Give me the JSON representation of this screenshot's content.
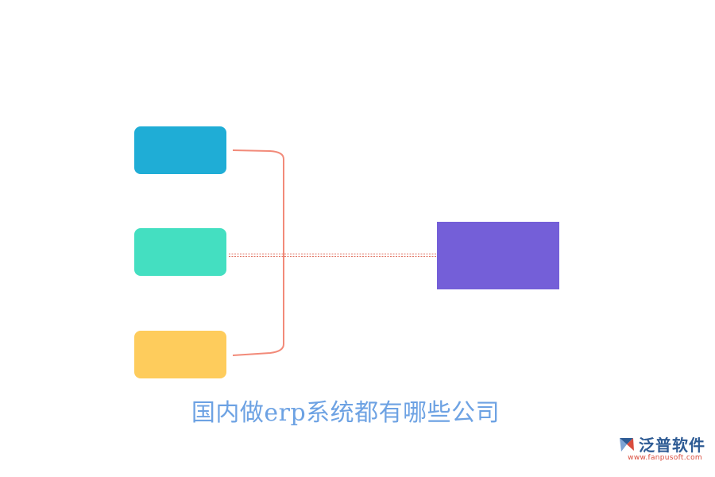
{
  "diagram": {
    "caption": "国内做erp系统都有哪些公司",
    "nodes": [
      {
        "id": "blue",
        "color": "#1fadd6"
      },
      {
        "id": "teal",
        "color": "#44dfc1"
      },
      {
        "id": "yellow",
        "color": "#fecc5c"
      }
    ],
    "target": {
      "color": "#745fd8"
    },
    "connector_color": "#f28a79",
    "dashed_color": "#e0705f",
    "caption_color": "#6da2e3"
  },
  "logo": {
    "name": "泛普软件",
    "url": "www.fanpusoft.com",
    "name_color": "#2e5b94",
    "url_color": "#d94c3d"
  }
}
